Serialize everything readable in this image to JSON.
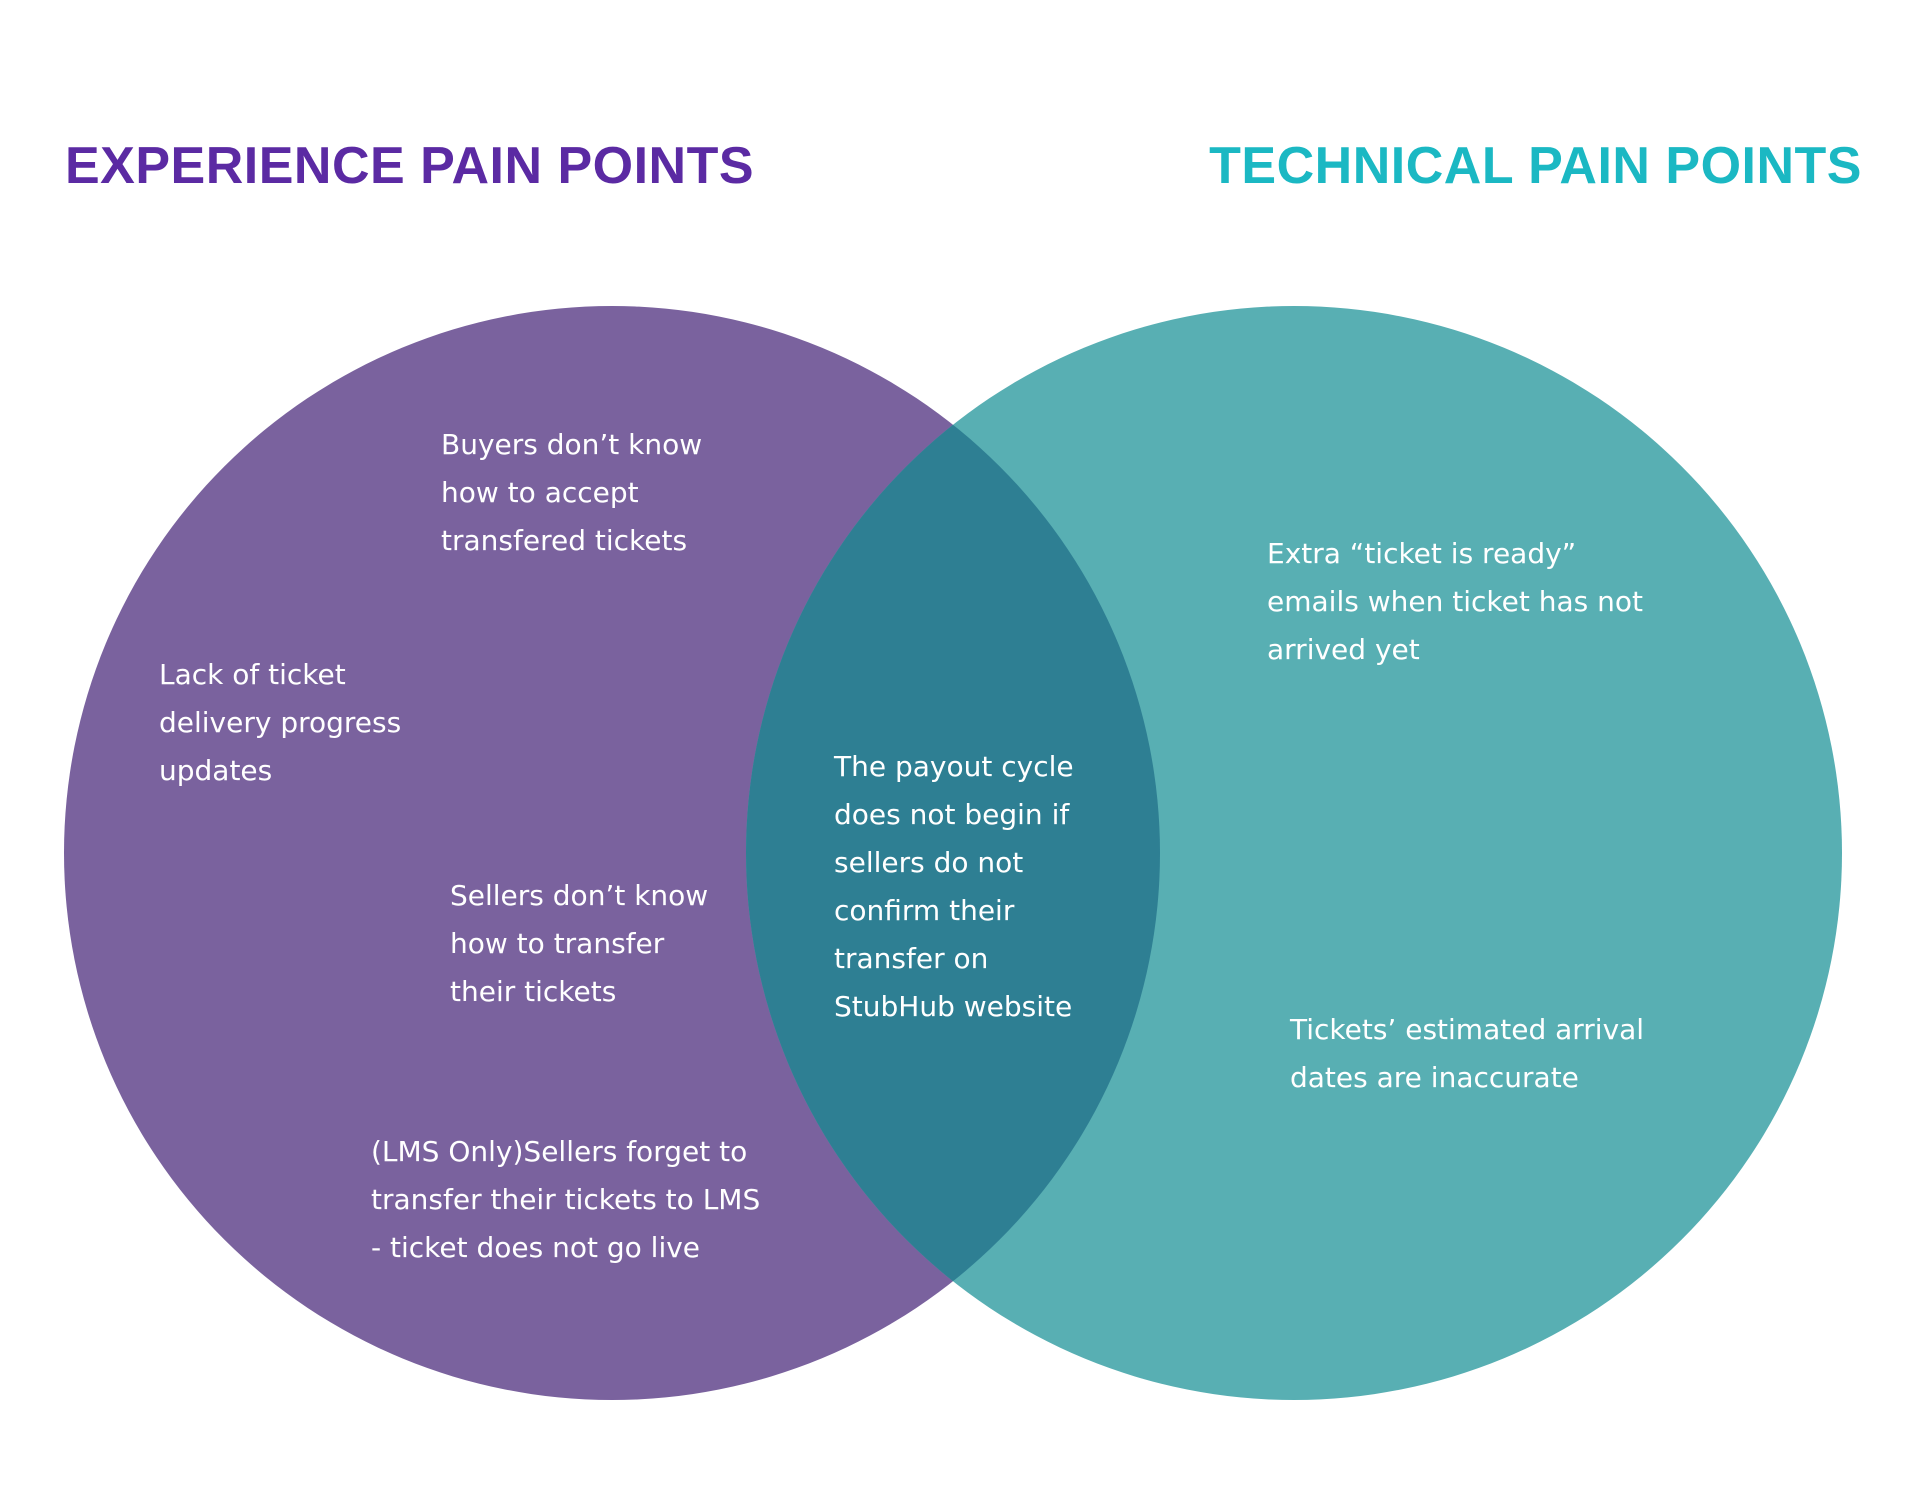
{
  "titles": {
    "left": "EXPERIENCE PAIN POINTS",
    "right": "TECHNICAL PAIN POINTS"
  },
  "colors": {
    "left_title": "#5b2aa3",
    "right_title": "#1bb8c3",
    "left_circle": "#7a629e",
    "right_circle": "#58afb3",
    "overlap": "#2e7f93",
    "note_text": "#ffffff"
  },
  "sets": {
    "experience": {
      "items": [
        "Buyers don’t know\nhow to accept\ntransfered tickets",
        "Lack of ticket\ndelivery progress\nupdates",
        "Sellers don’t know\nhow to transfer\ntheir tickets",
        "(LMS Only)Sellers forget to\ntransfer their tickets to LMS\n- ticket does not go live"
      ]
    },
    "intersection": {
      "items": [
        "The payout cycle\ndoes not begin if\nsellers do not\nconfirm their\ntransfer on\nStubHub website"
      ]
    },
    "technical": {
      "items": [
        "Extra “ticket is ready”\nemails when ticket has not\narrived yet",
        "Tickets’ estimated arrival\ndates are inaccurate"
      ]
    }
  }
}
